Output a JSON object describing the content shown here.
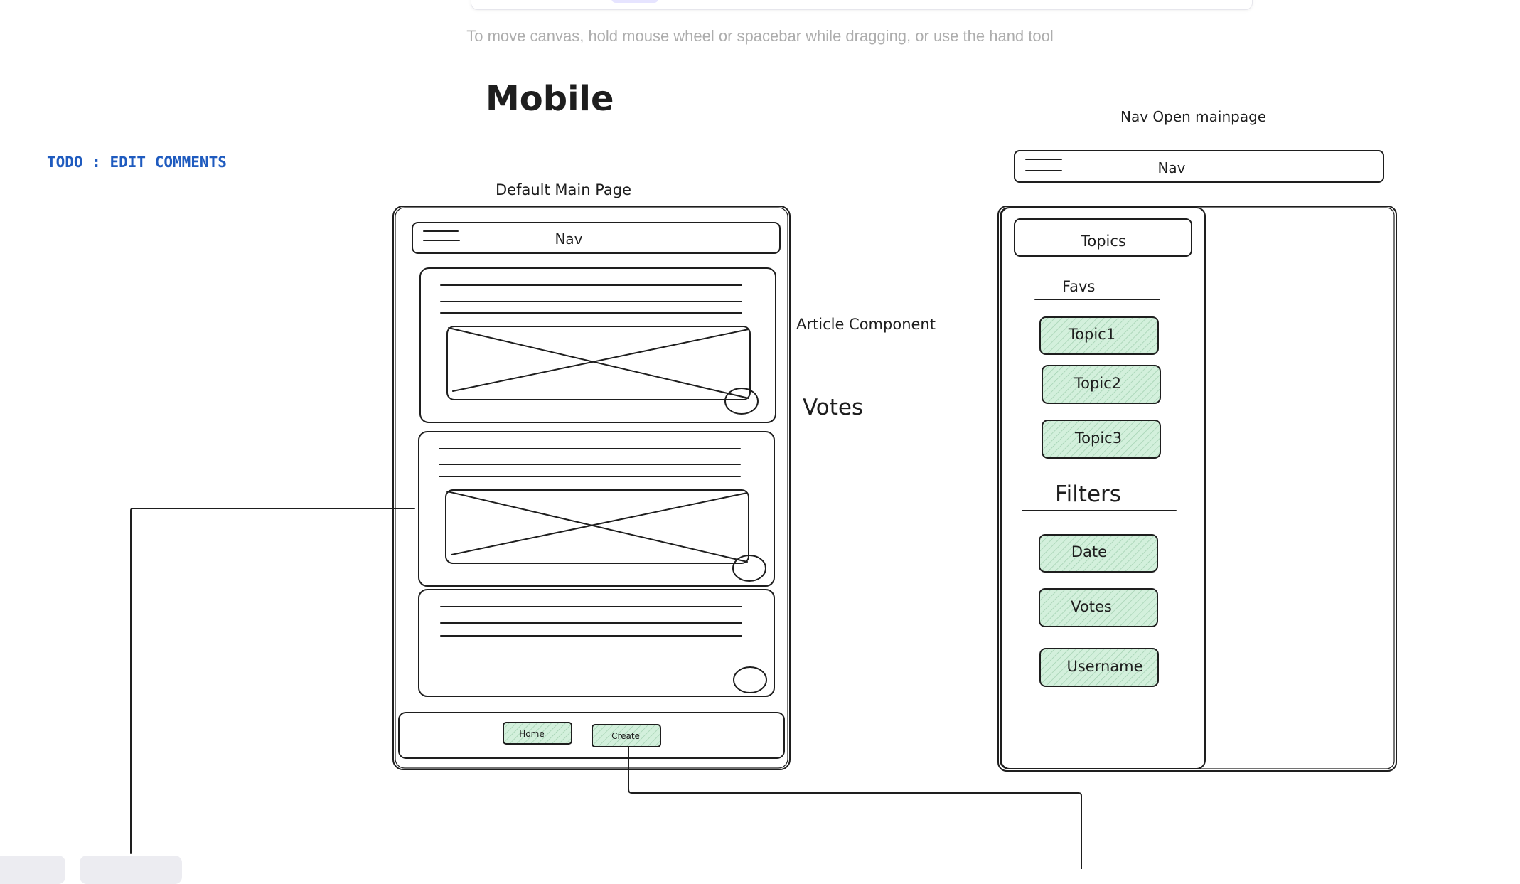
{
  "canvas_hint": "To move canvas, hold mouse wheel or spacebar while dragging, or use the hand tool",
  "titles": {
    "mobile": "Mobile",
    "todo": "TODO : EDIT COMMENTS",
    "default_main_page": "Default Main Page",
    "nav_open_mainpage": "Nav Open mainpage"
  },
  "annotations": {
    "article_component": "Article Component",
    "votes": "Votes"
  },
  "main_page": {
    "nav_label": "Nav",
    "bottom_nav": {
      "home": "Home",
      "create": "Create"
    }
  },
  "nav_open": {
    "nav_label": "Nav",
    "topics_button": "Topics",
    "favs_heading": "Favs",
    "fav_topics": [
      "Topic1",
      "Topic2",
      "Topic3"
    ],
    "filters_heading": "Filters",
    "filters": [
      "Date",
      "Votes",
      "Username"
    ]
  },
  "colors": {
    "stroke": "#1e1e1e",
    "todo_text": "#1f5bbf",
    "button_fill": "#d3f0dc",
    "hint_text": "#adadad"
  }
}
